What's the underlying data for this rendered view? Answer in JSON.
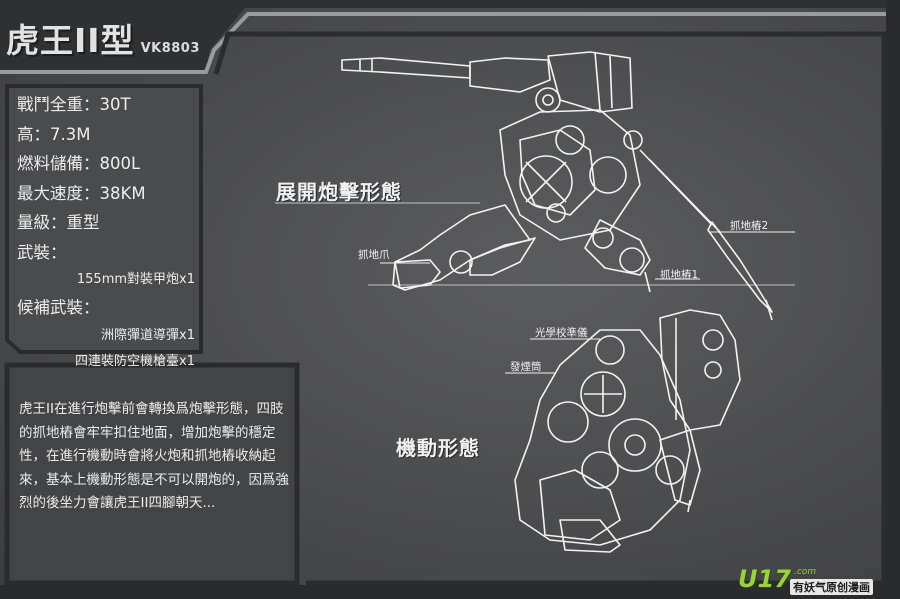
{
  "title": {
    "main": "虎王II型",
    "code": "VK8803"
  },
  "specs": [
    "戰鬥全重：30T",
    "高：7.3M",
    "燃料儲備：800L",
    "最大速度：38KM",
    "量級：重型",
    "武裝："
  ],
  "armament": "155mm對裝甲炮x1",
  "support_heading": "候補武裝：",
  "support": [
    "洲際彈道導彈x1",
    "四連裝防空機槍臺x1"
  ],
  "description": "虎王II在進行炮擊前會轉換爲炮擊形態，四肢的抓地樁會牢牢扣住地面，增加炮擊的穩定性，在進行機動時會將火炮和抓地樁收納起來，基本上機動形態是不可以開炮的，因爲強烈的後坐力會讓虎王II四腳朝天...",
  "diagram": {
    "deploy_label": "展開炮擊形態",
    "mobile_label": "機動形態",
    "callouts": {
      "claw": "抓地爪",
      "stake1": "抓地樁1",
      "stake2": "抓地樁2",
      "sight": "光學校準儀",
      "smoke": "發煙筒"
    }
  },
  "logo": {
    "brand": "U17",
    "domain": ".com",
    "tagline": "有妖气原创漫画"
  }
}
